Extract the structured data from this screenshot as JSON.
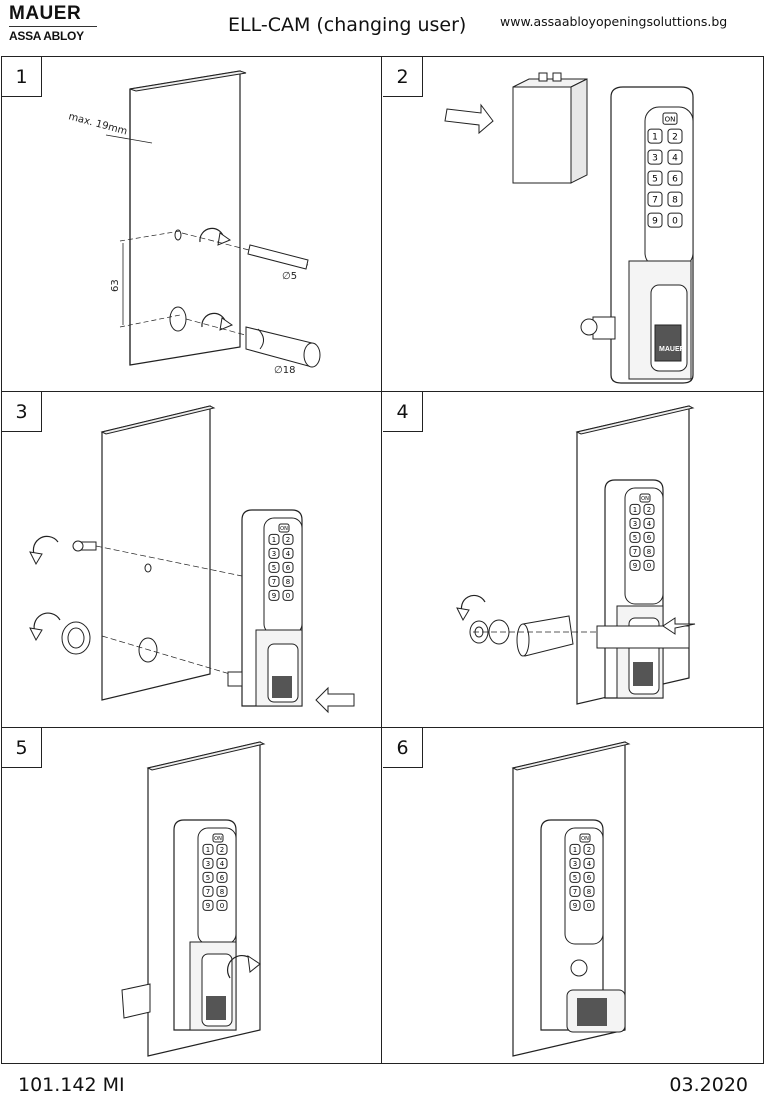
{
  "header": {
    "logo_top": "MAUER",
    "logo_bottom": "ASSA ABLOY",
    "title": "ELL-CAM (changing user)",
    "url": "www.assaabloyopeningsoluttions.bg"
  },
  "steps": [
    {
      "number": "1",
      "labels": {
        "max": "max. 19mm",
        "d5": "∅5",
        "d18": "∅18",
        "dist": "63"
      }
    },
    {
      "number": "2"
    },
    {
      "number": "3"
    },
    {
      "number": "4"
    },
    {
      "number": "5"
    },
    {
      "number": "6"
    }
  ],
  "keypad": {
    "on_key": "ON",
    "keys": [
      "1",
      "2",
      "3",
      "4",
      "5",
      "6",
      "7",
      "8",
      "9",
      "0"
    ],
    "brand": "MAUER"
  },
  "footer": {
    "doc_number": "101.142 MI",
    "date": "03.2020"
  }
}
